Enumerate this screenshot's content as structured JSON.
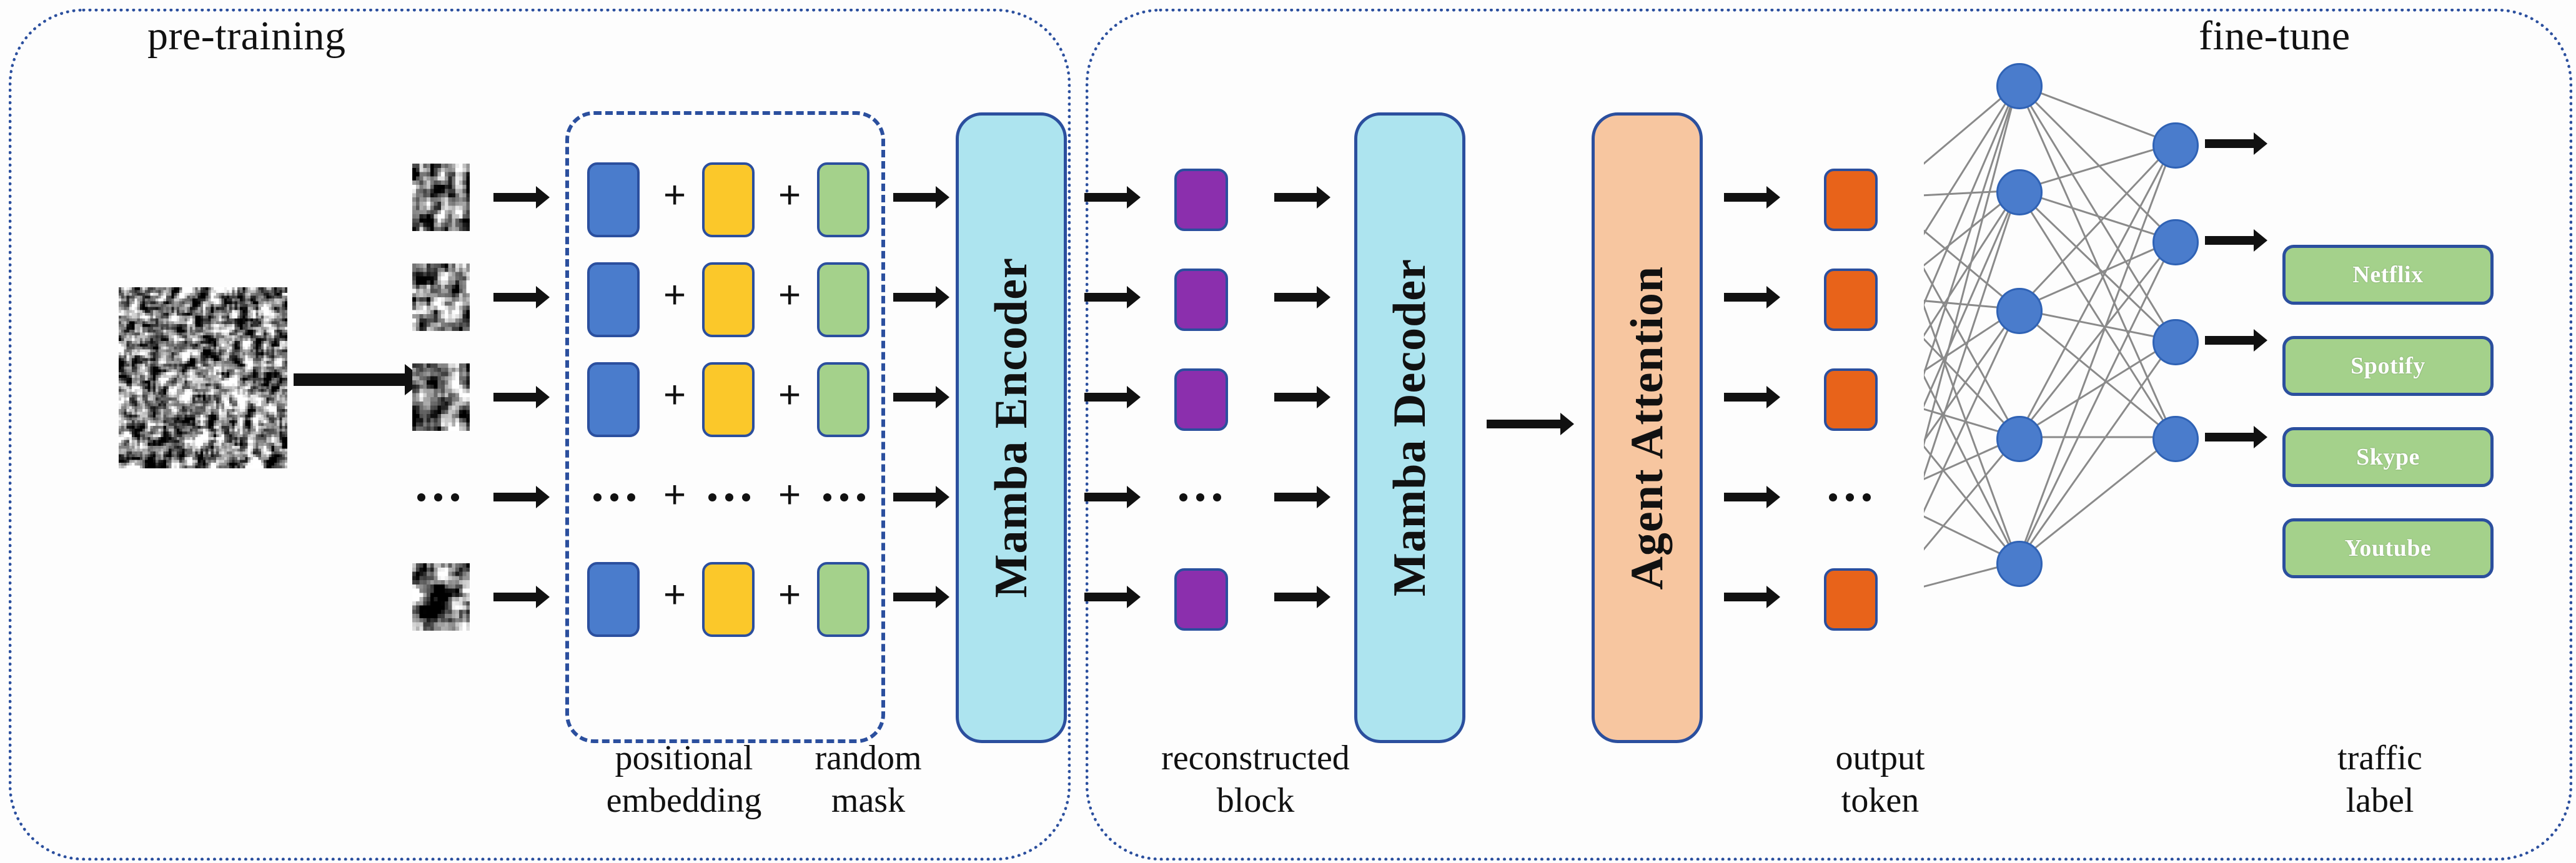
{
  "panels": {
    "pretraining": {
      "title": "pre-training"
    },
    "finetune": {
      "title": "fine-tune"
    }
  },
  "modules": {
    "encoder": {
      "label": "Mamba Encoder",
      "color": "#ade4ef"
    },
    "decoder": {
      "label": "Mamba Decoder",
      "color": "#ade4ef"
    },
    "attention": {
      "label": "Agent Attention",
      "color": "#f7c6a0"
    }
  },
  "operators": {
    "plus": "+",
    "ellipsis": "•••"
  },
  "token_colors": {
    "patch_embedding": "#4a7ccc",
    "positional_embedding": "#fbc82a",
    "random_mask": "#a4d18b",
    "reconstructed_block": "#8b2fad",
    "output_token": "#e8631a",
    "mlp_node": "#4a7ccc",
    "traffic_label": "#a4d18b",
    "border": "#2b4f9e",
    "panel_border": "#2b4f9e",
    "edge": "#8a8a8a"
  },
  "captions": {
    "positional_embedding": "positional\nembedding",
    "random_mask": "random\nmask",
    "reconstructed_block": "reconstructed\nblock",
    "output_token": "output\ntoken",
    "traffic_label": "traffic\nlabel"
  },
  "traffic_labels": [
    "Netflix",
    "Spotify",
    "Skype",
    "Youtube"
  ],
  "rows": {
    "count": 5,
    "ellipsis_row_index": 3
  },
  "mlp": {
    "hidden_layer_nodes": 5,
    "output_layer_nodes": 4
  },
  "chart_data": {
    "type": "diagram",
    "title": "Mamba-based masked autoencoder with Agent Attention for encrypted traffic classification",
    "stages": [
      {
        "name": "pre-training",
        "steps": [
          "input traffic image",
          "split into patches",
          "patch embedding + positional embedding + random mask",
          "Mamba Encoder"
        ]
      },
      {
        "name": "fine-tune",
        "steps": [
          "reconstructed block",
          "Mamba Decoder",
          "Agent Attention",
          "output token",
          "MLP classifier",
          "traffic label"
        ]
      }
    ],
    "classes": [
      "Netflix",
      "Spotify",
      "Skype",
      "Youtube"
    ]
  }
}
